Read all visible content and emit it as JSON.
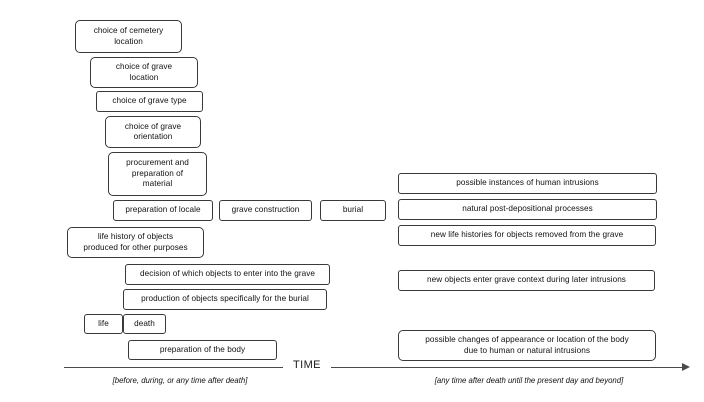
{
  "figure": {
    "axis": {
      "title": "TIME",
      "caption_left": "[before, during, or any time after death]",
      "caption_right": "[any time after death until the present day and beyond]",
      "arrow_direction": "right"
    },
    "colors": {
      "box_border": "#3a3a3a",
      "box_fill": "#ffffff",
      "text": "#111111",
      "axis": "#4a4a4a",
      "background": "#ffffff"
    },
    "nodes": [
      {
        "id": "choice-of-cemetery-location",
        "label": "choice of cemetery\nlocation",
        "column": "left",
        "row": 1
      },
      {
        "id": "choice-of-grave-location",
        "label": "choice of grave\nlocation",
        "column": "left",
        "row": 2
      },
      {
        "id": "choice-of-grave-type",
        "label": "choice of grave type",
        "column": "left",
        "row": 3
      },
      {
        "id": "choice-of-grave-orientation",
        "label": "choice of grave\norientation",
        "column": "left",
        "row": 4
      },
      {
        "id": "procurement-and-preparation-of-material",
        "label": "procurement and\npreparation of\nmaterial",
        "column": "left",
        "row": 5
      },
      {
        "id": "preparation-of-locale",
        "label": "preparation of locale",
        "column": "left",
        "row": 6
      },
      {
        "id": "grave-construction",
        "label": "grave construction",
        "column": "mid",
        "row": 6
      },
      {
        "id": "burial",
        "label": "burial",
        "column": "mid",
        "row": 6
      },
      {
        "id": "life-history-of-objects",
        "label": "life history of objects\nproduced for other purposes",
        "column": "left",
        "row": 7
      },
      {
        "id": "decision-of-which-objects",
        "label": "decision of which objects to enter into the grave",
        "column": "left",
        "row": 8
      },
      {
        "id": "production-of-objects-for-burial",
        "label": "production of objects specifically for the burial",
        "column": "left",
        "row": 9
      },
      {
        "id": "life",
        "label": "life",
        "column": "left",
        "row": 10
      },
      {
        "id": "death",
        "label": "death",
        "column": "left",
        "row": 10
      },
      {
        "id": "preparation-of-the-body",
        "label": "preparation of the body",
        "column": "left",
        "row": 11
      },
      {
        "id": "possible-instances-of-human-intrusions",
        "label": "possible instances of human intrusions",
        "column": "right",
        "row": 1
      },
      {
        "id": "natural-post-depositional-processes",
        "label": "natural post-depositional processes",
        "column": "right",
        "row": 2
      },
      {
        "id": "new-life-histories-for-objects",
        "label": "new life histories for objects removed from the grave",
        "column": "right",
        "row": 3
      },
      {
        "id": "new-objects-enter-grave-context",
        "label": "new objects enter grave context during later intrusions",
        "column": "right",
        "row": 4
      },
      {
        "id": "possible-changes-of-appearance",
        "label": "possible changes of appearance or location of the body\ndue to human or natural intrusions",
        "column": "right",
        "row": 5
      }
    ]
  }
}
